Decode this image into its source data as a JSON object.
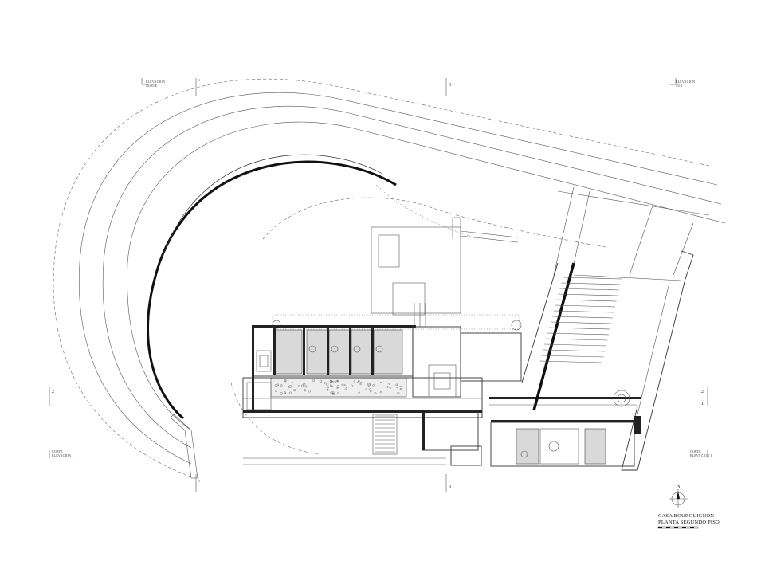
{
  "labels": {
    "elevation_north": [
      "ELEVACION",
      "NORTE"
    ],
    "elevation_north_tag": "1",
    "section_3_top": "3",
    "elevation_south": [
      "ELEVACION",
      "SUR"
    ],
    "section_2_left": "2",
    "section_1_left": "1",
    "section_2_right": "2",
    "section_1_right": "1",
    "cut_left": [
      "CORTE",
      "ELEVACION 1"
    ],
    "cut_right": [
      "CORTE",
      "ELEVACION 1"
    ],
    "section_3_bottom": "3",
    "bottom_tag": "1"
  },
  "title_block": {
    "north": "N",
    "project": "CASA BOURGUIGNON",
    "sheet": "PLANTA SEGUNDO PISO"
  }
}
